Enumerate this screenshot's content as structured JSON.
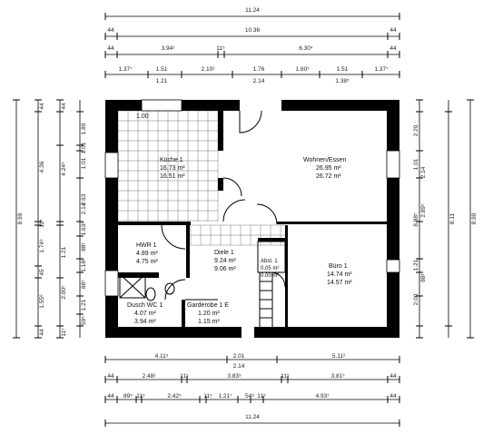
{
  "dimensions_top": [
    [
      "11.24"
    ],
    [
      "44",
      "10.36",
      "44"
    ],
    [
      "44",
      "3.94¹",
      "11⁵",
      "6.30⁴",
      "44"
    ],
    [
      "1.37⁷",
      "1.51",
      "2.10²",
      "1.76",
      "1.60²",
      "1.51",
      "1.37⁷"
    ],
    [
      "1.21",
      "2.14",
      "1.38⁵"
    ]
  ],
  "dimensions_bottom": [
    [
      "4.11⁵",
      "2.01",
      "5.11²"
    ],
    [
      "2.14"
    ],
    [
      "44",
      "2.48²",
      "11⁵",
      "3.83⁵",
      "11⁵",
      "3.81³",
      "44"
    ],
    [
      "44",
      "89⁵",
      "11⁵",
      "2.42⁵",
      "11⁵",
      "1.21⁷",
      "54⁸",
      "11⁵",
      "4.93¹",
      "44"
    ],
    [
      "11.24"
    ]
  ],
  "dimensions_left": [
    [
      "8.99"
    ],
    [
      "44",
      "4.36",
      "11⁵",
      "1.74⁸",
      "45",
      "1.55⁸",
      "44"
    ],
    [
      "44",
      "1.80",
      "4.24⁸",
      "1.01",
      "2.63",
      "1.63¹",
      "1.21",
      "2.00⁵",
      "11⁵"
    ],
    [
      "1.01",
      "2.14",
      "88¹",
      "1.18⁸",
      "88⁵",
      "1.21",
      "59⁵"
    ]
  ],
  "dimensions_right": [
    [
      "8.99"
    ],
    [
      "8.11"
    ],
    [
      "2.20",
      "1.01",
      "2.14",
      "2.89⁵",
      "8.88⁵",
      "1.21",
      "88¹",
      "2.00"
    ]
  ],
  "rooms": [
    {
      "name": "Küche 1",
      "area1": "16.73 m²",
      "area2": "16.51 m²"
    },
    {
      "name": "Wohnen/Essen",
      "area1": "26.95 m²",
      "area2": "26.72 m²"
    },
    {
      "name": "HWR 1",
      "area1": "4.89 m²",
      "area2": "4.75 m²"
    },
    {
      "name": "Diele 1",
      "area1": "9.24 m²",
      "area2": "9.06 m²"
    },
    {
      "name": "Abst. 1",
      "area1": "0.05 m²",
      "area2": "0.00 m²"
    },
    {
      "name": "Büro 1",
      "area1": "14.74 m²",
      "area2": "14.57 m²"
    },
    {
      "name": "Dusch WC 1",
      "area1": "4.07 m²",
      "area2": "3.94 m²"
    },
    {
      "name": "Garderobe 1 E",
      "area1": "1.20 m²",
      "area2": "1.15 m²"
    }
  ],
  "labels": {
    "window_kitchen": "1.00"
  }
}
